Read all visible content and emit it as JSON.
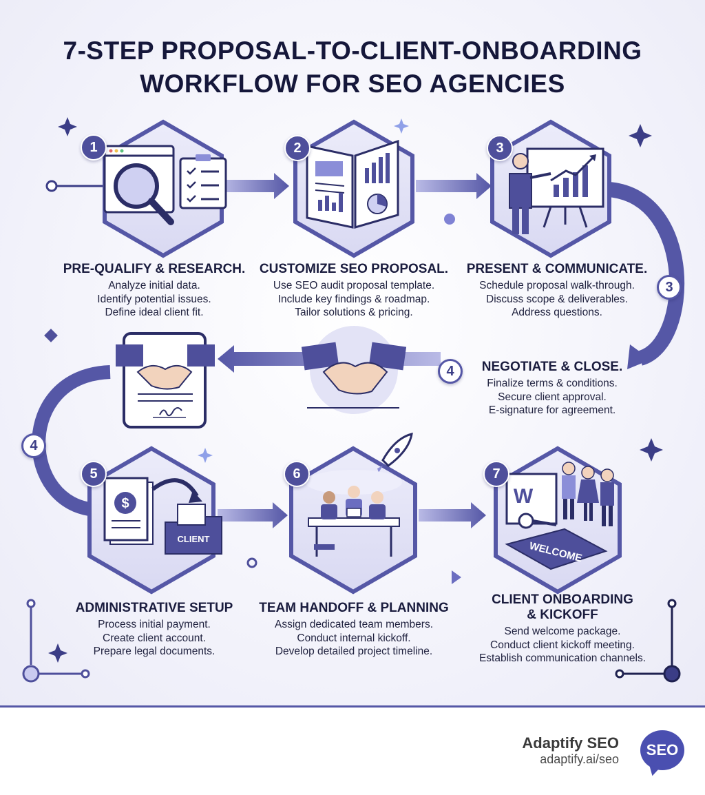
{
  "title": {
    "line1": "7-STEP PROPOSAL-TO-CLIENT-ONBOARDING",
    "line2": "WORKFLOW FOR SEO AGENCIES"
  },
  "steps": [
    {
      "number": "1",
      "heading": "PRE-QUALIFY & RESEARCH.",
      "lines": [
        "Analyze initial data.",
        "Identify potential issues.",
        "Define ideal client fit."
      ],
      "icon": "magnifier-checklist-icon"
    },
    {
      "number": "2",
      "heading": "CUSTOMIZE SEO PROPOSAL.",
      "lines": [
        "Use SEO audit proposal template.",
        "Include key findings & roadmap.",
        "Tailor solutions & pricing."
      ],
      "icon": "open-report-icon"
    },
    {
      "number": "3",
      "heading": "PRESENT & COMMUNICATE.",
      "lines": [
        "Schedule proposal walk-through.",
        "Discuss scope & deliverables.",
        "Address questions."
      ],
      "icon": "presenter-chart-icon"
    },
    {
      "number": "4",
      "heading": "NEGOTIATE & CLOSE.",
      "lines": [
        "Finalize terms & conditions.",
        "Secure client approval.",
        "E-signature for agreement."
      ],
      "icon": "handshake-icon"
    },
    {
      "number": "5",
      "heading": "ADMINISTRATIVE SETUP",
      "lines": [
        "Process initial payment.",
        "Create client account.",
        "Prepare legal documents."
      ],
      "icon": "invoice-folder-icon",
      "folder_label": "CLIENT"
    },
    {
      "number": "6",
      "heading": "TEAM HANDOFF & PLANNING",
      "lines": [
        "Assign dedicated team members.",
        "Conduct internal kickoff.",
        "Develop detailed project timeline."
      ],
      "icon": "team-meeting-icon"
    },
    {
      "number": "7",
      "heading": "CLIENT ONBOARDING & KICKOFF",
      "heading_lines": [
        "CLIENT ONBOARDING",
        "& KICKOFF"
      ],
      "lines": [
        "Send welcome package.",
        "Conduct client kickoff meeting.",
        "Establish communication channels."
      ],
      "icon": "welcome-key-icon",
      "mat_label": "WELCOME",
      "board_label": "W"
    }
  ],
  "connector_badges": [
    "3",
    "4",
    "4"
  ],
  "footer": {
    "brand_name": "Adaptify SEO",
    "brand_url": "adaptify.ai/seo",
    "logo_text": "SEO"
  },
  "colors": {
    "accent": "#5557a6",
    "dark_text": "#1a1c3e",
    "badge": "#4e4f9b"
  }
}
